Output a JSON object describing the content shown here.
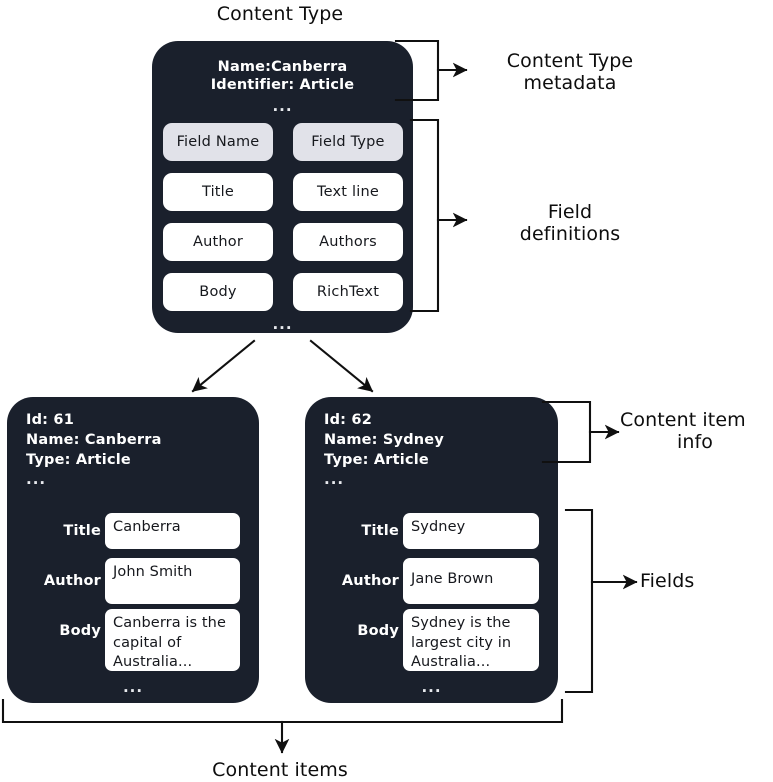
{
  "diagram": {
    "title": "Content Type",
    "bottom_label": "Content items"
  },
  "content_type": {
    "meta_lines": [
      "Name:Canberra",
      "Identifier: Article"
    ],
    "ellipsis_after_meta": "...",
    "ellipsis_after_fields": "...",
    "columns": [
      "Field Name",
      "Field Type"
    ],
    "fields": [
      {
        "name": "Title",
        "type": "Text line"
      },
      {
        "name": "Author",
        "type": "Authors"
      },
      {
        "name": "Body",
        "type": "RichText"
      }
    ]
  },
  "callouts": {
    "metadata": "Content Type metadata",
    "metadata_line1": "Content Type",
    "metadata_line2": "metadata",
    "field_definitions_line1": "Field",
    "field_definitions_line2": "definitions",
    "content_item_info_line1": "Content item",
    "content_item_info_line2": "info",
    "fields": "Fields"
  },
  "content_items": [
    {
      "id_line": "Id: 61",
      "name_line": "Name: Canberra",
      "type_line": "Type: Article",
      "ellipsis_after_meta": "...",
      "ellipsis_after_fields": "...",
      "fields": [
        {
          "label": "Title",
          "value": "Canberra"
        },
        {
          "label": "Author",
          "value": "John Smith"
        },
        {
          "label": "Body",
          "value": "Canberra is the capital of Australia..."
        }
      ]
    },
    {
      "id_line": "Id: 62",
      "name_line": "Name: Sydney",
      "type_line": "Type: Article",
      "ellipsis_after_meta": "...",
      "ellipsis_after_fields": "...",
      "fields": [
        {
          "label": "Title",
          "value": "Sydney"
        },
        {
          "label": "Author",
          "value": "Jane Brown"
        },
        {
          "label": "Body",
          "value": "Sydney is the largest city in Australia..."
        }
      ]
    }
  ],
  "colors": {
    "card_background": "#1a202c",
    "chip_header": "#e1e2e9",
    "chip_value": "#ffffff",
    "text_on_card": "#ffffff",
    "connector": "#101010",
    "page_background": "#ffffff"
  }
}
